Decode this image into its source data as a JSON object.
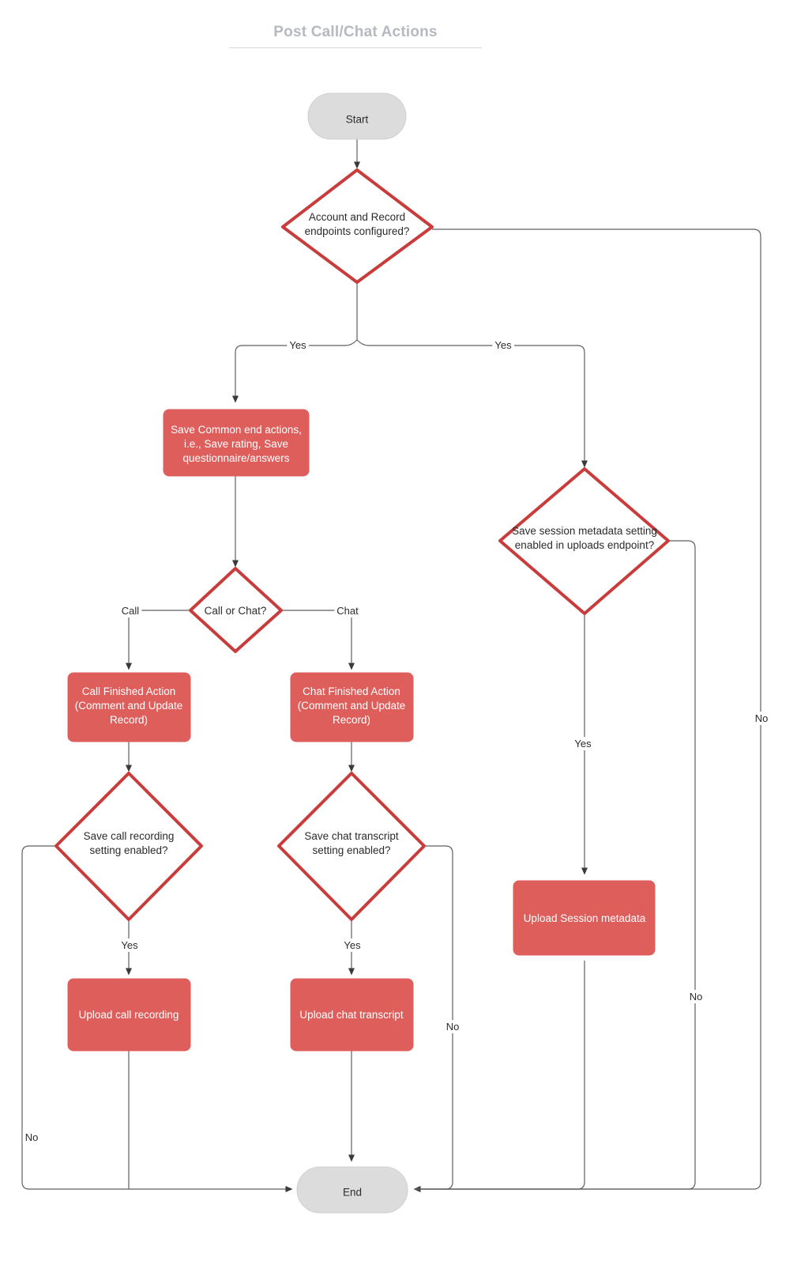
{
  "title": "Post Call/Chat Actions",
  "diagram": {
    "type": "flowchart",
    "nodes": {
      "start": {
        "label": "Start",
        "shape": "terminator"
      },
      "d_endpoints": {
        "label_line1": "Account and Record",
        "label_line2": "endpoints configured?",
        "shape": "decision"
      },
      "p_common": {
        "label_line1": "Save Common end actions,",
        "label_line2": "i.e., Save rating, Save",
        "label_line3": "questionnaire/answers",
        "shape": "process"
      },
      "d_callchat": {
        "label": "Call or Chat?",
        "shape": "decision"
      },
      "p_callfin": {
        "label_line1": "Call Finished Action",
        "label_line2": "(Comment and Update",
        "label_line3": "Record)",
        "shape": "process"
      },
      "p_chatfin": {
        "label_line1": "Chat Finished Action",
        "label_line2": "(Comment and Update",
        "label_line3": "Record)",
        "shape": "process"
      },
      "d_callrec": {
        "label_line1": "Save call recording",
        "label_line2": "setting enabled?",
        "shape": "decision"
      },
      "d_chattrans": {
        "label_line1": "Save chat transcript",
        "label_line2": "setting enabled?",
        "shape": "decision"
      },
      "d_sessmeta": {
        "label_line1": "Save session metadata setting",
        "label_line2": "enabled in uploads endpoint?",
        "shape": "decision"
      },
      "p_upcall": {
        "label": "Upload call recording",
        "shape": "process"
      },
      "p_upchat": {
        "label": "Upload chat transcript",
        "shape": "process"
      },
      "p_upsess": {
        "label": "Upload Session metadata",
        "shape": "process"
      },
      "end": {
        "label": "End",
        "shape": "terminator"
      }
    },
    "edge_labels": {
      "yes_left": "Yes",
      "yes_right": "Yes",
      "call": "Call",
      "chat": "Chat",
      "yes_callrec": "Yes",
      "yes_chattrans": "Yes",
      "yes_sessmeta": "Yes",
      "no_callrec": "No",
      "no_chattrans": "No",
      "no_sessmeta": "No",
      "no_endpoints": "No"
    },
    "colors": {
      "process_fill": "#dd5e5b",
      "decision_stroke": "#c93c3c",
      "terminator_fill": "#dcdcdc",
      "edge_stroke": "#5f5f5f",
      "title_color": "#b6b9c0",
      "text_dark": "#2b2b2b",
      "text_light": "#ffffff"
    }
  }
}
